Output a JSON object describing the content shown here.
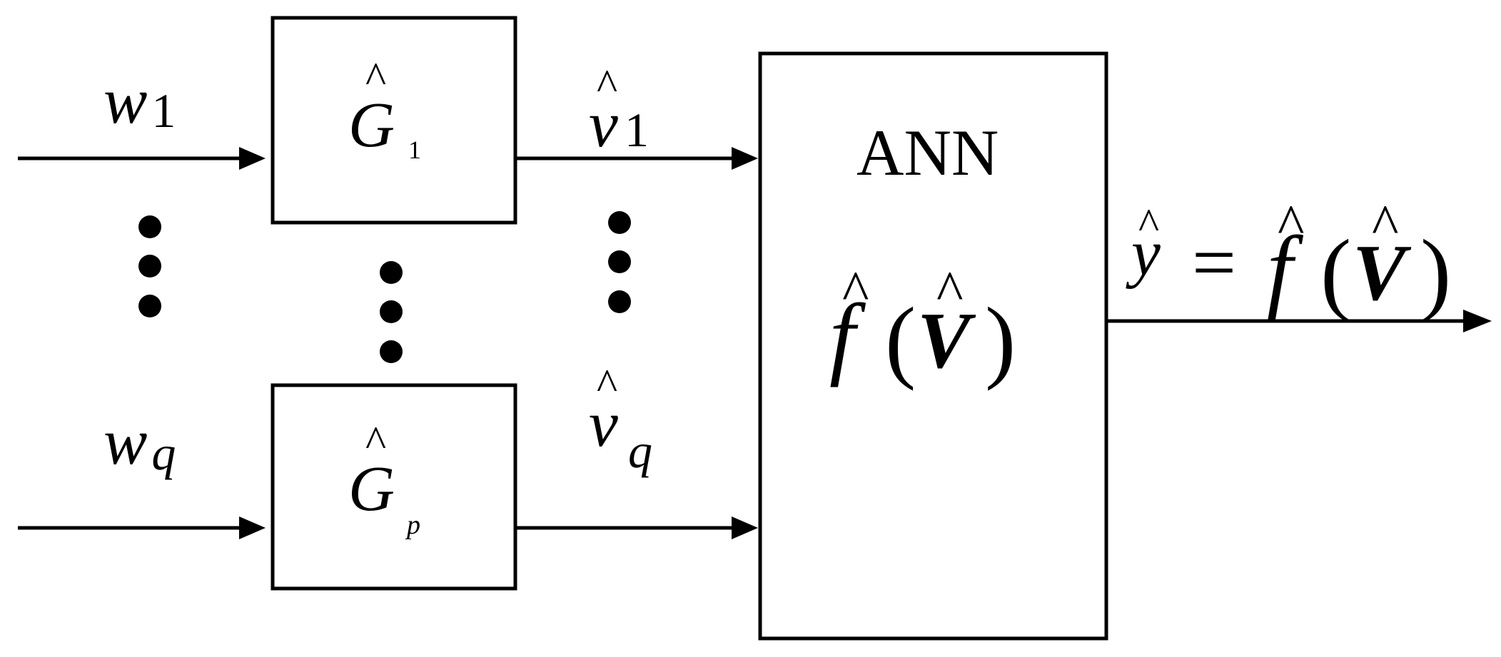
{
  "diagram": {
    "blocks": {
      "g1": {
        "symbol": "G",
        "hat": "^",
        "subscript": "1"
      },
      "gp": {
        "symbol": "G",
        "hat": "^",
        "subscript": "p"
      },
      "ann": {
        "title": "ANN",
        "func": "f",
        "arg": "V",
        "hat": "^"
      }
    },
    "inputs": {
      "w1": {
        "symbol": "w",
        "subscript": "1"
      },
      "wq": {
        "symbol": "w",
        "subscript": "q"
      }
    },
    "signals": {
      "v1": {
        "symbol": "v",
        "hat": "^",
        "subscript": "1"
      },
      "vq": {
        "symbol": "v",
        "hat": "^",
        "subscript": "q"
      }
    },
    "output": {
      "y": "y",
      "equals": "=",
      "func": "f",
      "arg": "V",
      "hat": "^"
    },
    "ellipsis": "•"
  }
}
